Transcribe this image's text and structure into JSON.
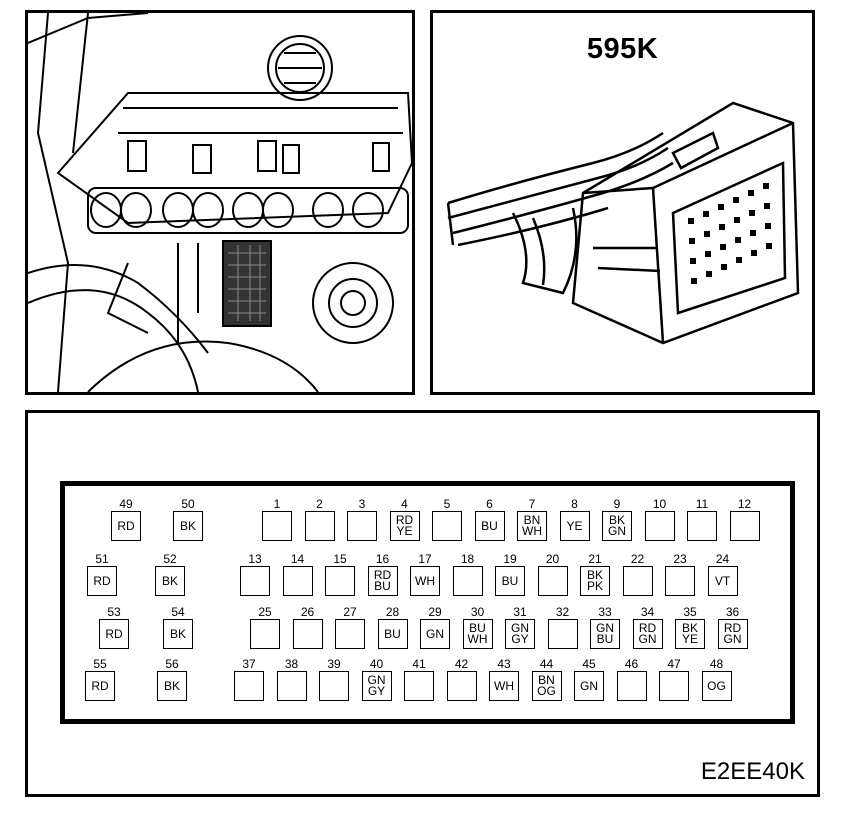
{
  "connector_id": "595K",
  "figure_code": "E2EE40K",
  "pins": [
    {
      "num": "49",
      "colors": [
        "RD"
      ]
    },
    {
      "num": "50",
      "colors": [
        "BK"
      ]
    },
    {
      "num": "51",
      "colors": [
        "RD"
      ]
    },
    {
      "num": "52",
      "colors": [
        "BK"
      ]
    },
    {
      "num": "53",
      "colors": [
        "RD"
      ]
    },
    {
      "num": "54",
      "colors": [
        "BK"
      ]
    },
    {
      "num": "55",
      "colors": [
        "RD"
      ]
    },
    {
      "num": "56",
      "colors": [
        "BK"
      ]
    },
    {
      "num": "1",
      "colors": []
    },
    {
      "num": "2",
      "colors": []
    },
    {
      "num": "3",
      "colors": []
    },
    {
      "num": "4",
      "colors": [
        "RD",
        "YE"
      ]
    },
    {
      "num": "5",
      "colors": []
    },
    {
      "num": "6",
      "colors": [
        "BU"
      ]
    },
    {
      "num": "7",
      "colors": [
        "BN",
        "WH"
      ]
    },
    {
      "num": "8",
      "colors": [
        "YE"
      ]
    },
    {
      "num": "9",
      "colors": [
        "BK",
        "GN"
      ]
    },
    {
      "num": "10",
      "colors": []
    },
    {
      "num": "11",
      "colors": []
    },
    {
      "num": "12",
      "colors": []
    },
    {
      "num": "13",
      "colors": []
    },
    {
      "num": "14",
      "colors": []
    },
    {
      "num": "15",
      "colors": []
    },
    {
      "num": "16",
      "colors": [
        "RD",
        "BU"
      ]
    },
    {
      "num": "17",
      "colors": [
        "WH"
      ]
    },
    {
      "num": "18",
      "colors": []
    },
    {
      "num": "19",
      "colors": [
        "BU"
      ]
    },
    {
      "num": "20",
      "colors": []
    },
    {
      "num": "21",
      "colors": [
        "BK",
        "PK"
      ]
    },
    {
      "num": "22",
      "colors": []
    },
    {
      "num": "23",
      "colors": []
    },
    {
      "num": "24",
      "colors": [
        "VT"
      ]
    },
    {
      "num": "25",
      "colors": []
    },
    {
      "num": "26",
      "colors": []
    },
    {
      "num": "27",
      "colors": []
    },
    {
      "num": "28",
      "colors": [
        "BU"
      ]
    },
    {
      "num": "29",
      "colors": [
        "GN"
      ]
    },
    {
      "num": "30",
      "colors": [
        "BU",
        "WH"
      ]
    },
    {
      "num": "31",
      "colors": [
        "GN",
        "GY"
      ]
    },
    {
      "num": "32",
      "colors": []
    },
    {
      "num": "33",
      "colors": [
        "GN",
        "BU"
      ]
    },
    {
      "num": "34",
      "colors": [
        "RD",
        "GN"
      ]
    },
    {
      "num": "35",
      "colors": [
        "BK",
        "YE"
      ]
    },
    {
      "num": "36",
      "colors": [
        "RD",
        "GN"
      ]
    },
    {
      "num": "37",
      "colors": []
    },
    {
      "num": "38",
      "colors": []
    },
    {
      "num": "39",
      "colors": []
    },
    {
      "num": "40",
      "colors": [
        "GN",
        "GY"
      ]
    },
    {
      "num": "41",
      "colors": []
    },
    {
      "num": "42",
      "colors": []
    },
    {
      "num": "43",
      "colors": [
        "WH"
      ]
    },
    {
      "num": "44",
      "colors": [
        "BN",
        "OG"
      ]
    },
    {
      "num": "45",
      "colors": [
        "GN"
      ]
    },
    {
      "num": "46",
      "colors": []
    },
    {
      "num": "47",
      "colors": []
    },
    {
      "num": "48",
      "colors": [
        "OG"
      ]
    }
  ]
}
